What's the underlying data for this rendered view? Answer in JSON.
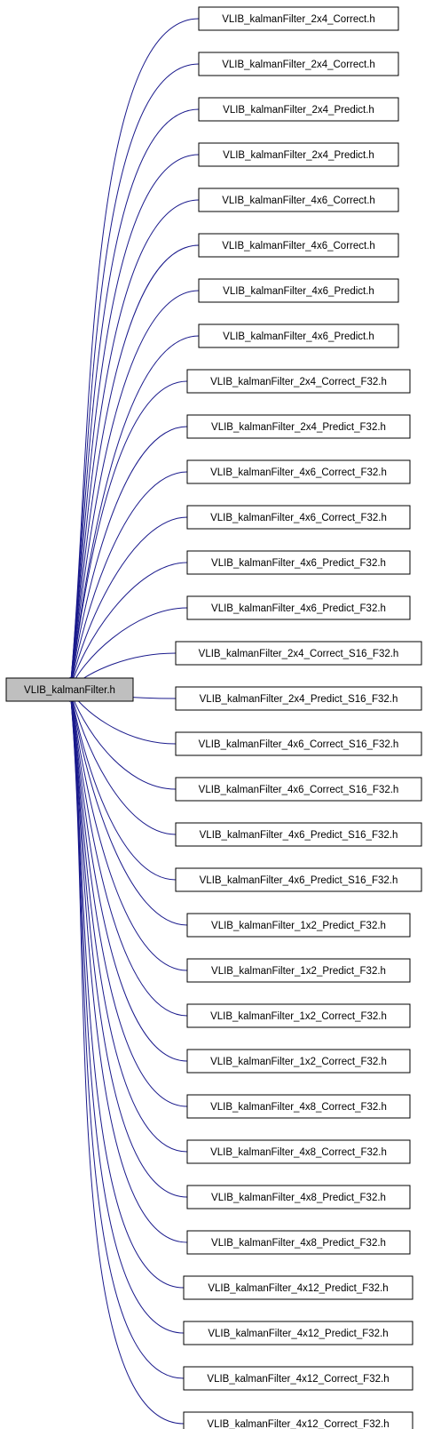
{
  "colors": {
    "edge": "#1a1a8c",
    "root_fill": "#bfbfbf",
    "node_fill": "#ffffff",
    "border": "#000000"
  },
  "root": {
    "label": "VLIB_kalmanFilter.h"
  },
  "nodes": [
    {
      "label": "VLIB_kalmanFilter_2x4_Correct.h"
    },
    {
      "label": "VLIB_kalmanFilter_2x4_Correct.h"
    },
    {
      "label": "VLIB_kalmanFilter_2x4_Predict.h"
    },
    {
      "label": "VLIB_kalmanFilter_2x4_Predict.h"
    },
    {
      "label": "VLIB_kalmanFilter_4x6_Correct.h"
    },
    {
      "label": "VLIB_kalmanFilter_4x6_Correct.h"
    },
    {
      "label": "VLIB_kalmanFilter_4x6_Predict.h"
    },
    {
      "label": "VLIB_kalmanFilter_4x6_Predict.h"
    },
    {
      "label": "VLIB_kalmanFilter_2x4_Correct_F32.h"
    },
    {
      "label": "VLIB_kalmanFilter_2x4_Predict_F32.h"
    },
    {
      "label": "VLIB_kalmanFilter_4x6_Correct_F32.h"
    },
    {
      "label": "VLIB_kalmanFilter_4x6_Correct_F32.h"
    },
    {
      "label": "VLIB_kalmanFilter_4x6_Predict_F32.h"
    },
    {
      "label": "VLIB_kalmanFilter_4x6_Predict_F32.h"
    },
    {
      "label": "VLIB_kalmanFilter_2x4_Correct_S16_F32.h"
    },
    {
      "label": "VLIB_kalmanFilter_2x4_Predict_S16_F32.h"
    },
    {
      "label": "VLIB_kalmanFilter_4x6_Correct_S16_F32.h"
    },
    {
      "label": "VLIB_kalmanFilter_4x6_Correct_S16_F32.h"
    },
    {
      "label": "VLIB_kalmanFilter_4x6_Predict_S16_F32.h"
    },
    {
      "label": "VLIB_kalmanFilter_4x6_Predict_S16_F32.h"
    },
    {
      "label": "VLIB_kalmanFilter_1x2_Predict_F32.h"
    },
    {
      "label": "VLIB_kalmanFilter_1x2_Predict_F32.h"
    },
    {
      "label": "VLIB_kalmanFilter_1x2_Correct_F32.h"
    },
    {
      "label": "VLIB_kalmanFilter_1x2_Correct_F32.h"
    },
    {
      "label": "VLIB_kalmanFilter_4x8_Correct_F32.h"
    },
    {
      "label": "VLIB_kalmanFilter_4x8_Correct_F32.h"
    },
    {
      "label": "VLIB_kalmanFilter_4x8_Predict_F32.h"
    },
    {
      "label": "VLIB_kalmanFilter_4x8_Predict_F32.h"
    },
    {
      "label": "VLIB_kalmanFilter_4x12_Predict_F32.h"
    },
    {
      "label": "VLIB_kalmanFilter_4x12_Predict_F32.h"
    },
    {
      "label": "VLIB_kalmanFilter_4x12_Correct_F32.h"
    },
    {
      "label": "VLIB_kalmanFilter_4x12_Correct_F32.h"
    }
  ]
}
